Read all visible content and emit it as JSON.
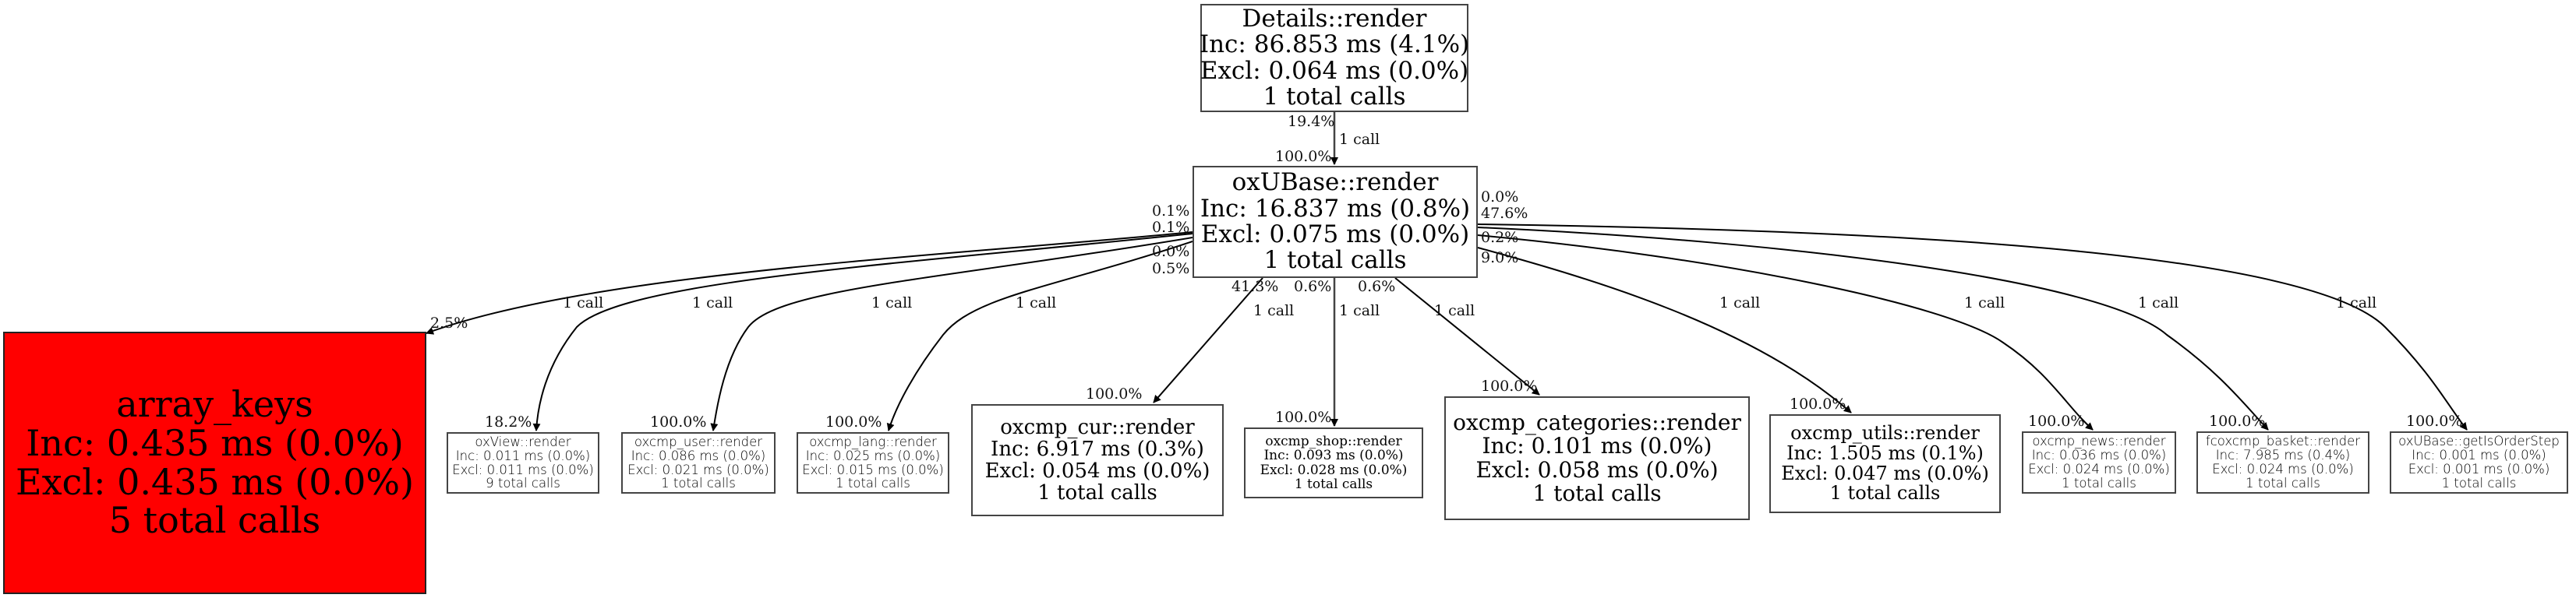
{
  "nodes": {
    "details": {
      "name": "Details::render",
      "inc": "Inc: 86.853 ms (4.1%)",
      "excl": "Excl: 0.064 ms (0.0%)",
      "calls": "1 total calls"
    },
    "oxubase": {
      "name": "oxUBase::render",
      "inc": "Inc: 16.837 ms (0.8%)",
      "excl": "Excl: 0.075 ms (0.0%)",
      "calls": "1 total calls"
    },
    "array_keys": {
      "name": "array_keys",
      "inc": "Inc: 0.435 ms (0.0%)",
      "excl": "Excl: 0.435 ms (0.0%)",
      "calls": "5 total calls",
      "fill": "#ff0000"
    },
    "oxview": {
      "name": "oxView::render",
      "inc": "Inc: 0.011 ms (0.0%)",
      "excl": "Excl: 0.011 ms (0.0%)",
      "calls": "9 total calls"
    },
    "oxcmp_user": {
      "name": "oxcmp_user::render",
      "inc": "Inc: 0.086 ms (0.0%)",
      "excl": "Excl: 0.021 ms (0.0%)",
      "calls": "1 total calls"
    },
    "oxcmp_lang": {
      "name": "oxcmp_lang::render",
      "inc": "Inc: 0.025 ms (0.0%)",
      "excl": "Excl: 0.015 ms (0.0%)",
      "calls": "1 total calls"
    },
    "oxcmp_cur": {
      "name": "oxcmp_cur::render",
      "inc": "Inc: 6.917 ms (0.3%)",
      "excl": "Excl: 0.054 ms (0.0%)",
      "calls": "1 total calls"
    },
    "oxcmp_shop": {
      "name": "oxcmp_shop::render",
      "inc": "Inc: 0.093 ms (0.0%)",
      "excl": "Excl: 0.028 ms (0.0%)",
      "calls": "1 total calls"
    },
    "oxcmp_categories": {
      "name": "oxcmp_categories::render",
      "inc": "Inc: 0.101 ms (0.0%)",
      "excl": "Excl: 0.058 ms (0.0%)",
      "calls": "1 total calls"
    },
    "oxcmp_utils": {
      "name": "oxcmp_utils::render",
      "inc": "Inc: 1.505 ms (0.1%)",
      "excl": "Excl: 0.047 ms (0.0%)",
      "calls": "1 total calls"
    },
    "oxcmp_news": {
      "name": "oxcmp_news::render",
      "inc": "Inc: 0.036 ms (0.0%)",
      "excl": "Excl: 0.024 ms (0.0%)",
      "calls": "1 total calls"
    },
    "fcoxcmp_basket": {
      "name": "fcoxcmp_basket::render",
      "inc": "Inc: 7.985 ms (0.4%)",
      "excl": "Excl: 0.024 ms (0.0%)",
      "calls": "1 total calls"
    },
    "getisorderstep": {
      "name": "oxUBase::getIsOrderStep",
      "inc": "Inc: 0.001 ms (0.0%)",
      "excl": "Excl: 0.001 ms (0.0%)",
      "calls": "1 total calls"
    }
  },
  "edges": {
    "details_oxubase": {
      "tail": "19.4%",
      "label": "1 call",
      "head": "100.0%"
    },
    "array_keys": {
      "tail": "0.1%",
      "label": "1 call",
      "head": "2.5%"
    },
    "oxview": {
      "tail": "0.1%",
      "label": "1 call",
      "head": "18.2%"
    },
    "oxcmp_user": {
      "tail": "0.0%",
      "label": "1 call",
      "head": "100.0%"
    },
    "oxcmp_lang": {
      "tail": "0.5%",
      "label": "1 call",
      "head": "100.0%"
    },
    "oxcmp_cur": {
      "tail": "41.3%",
      "label": "1 call",
      "head": "100.0%"
    },
    "oxcmp_shop": {
      "tail": "0.6%",
      "label": "1 call",
      "head": "100.0%"
    },
    "oxcmp_categories": {
      "tail": "0.6%",
      "label": "1 call",
      "head": "100.0%"
    },
    "oxcmp_utils": {
      "tail": "9.0%",
      "label": "1 call",
      "head": "100.0%"
    },
    "oxcmp_news": {
      "tail": "0.2%",
      "label": "1 call",
      "head": "100.0%"
    },
    "fcoxcmp_basket": {
      "tail": "47.6%",
      "label": "1 call",
      "head": "100.0%"
    },
    "getisorderstep": {
      "tail": "0.0%",
      "label": "1 call",
      "head": "100.0%"
    }
  }
}
